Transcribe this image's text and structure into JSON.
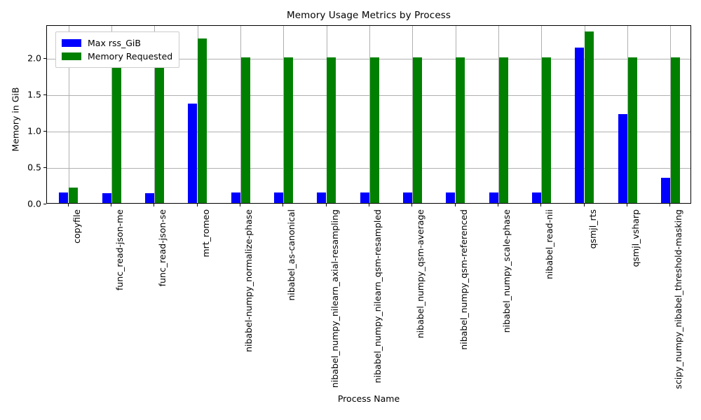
{
  "chart_data": {
    "type": "bar",
    "title": "Memory Usage Metrics by Process",
    "xlabel": "Process Name",
    "ylabel": "Memory in GiB",
    "ylim": [
      0.0,
      2.45
    ],
    "yticks": [
      "0.0",
      "0.5",
      "1.0",
      "1.5",
      "2.0"
    ],
    "ytick_values": [
      0.0,
      0.5,
      1.0,
      1.5,
      2.0
    ],
    "grid": true,
    "legend_position": "upper left",
    "categories": [
      "copyfile",
      "func_read-json-me",
      "func_read-json-se",
      "mrt_romeo",
      "nibabel-numpy_normalize-phase",
      "nibabel_as-canonical",
      "nibabel_numpy_nilearn_axial-resampling",
      "nibabel_numpy_nilearn_qsm-resampled",
      "nibabel_numpy_qsm-average",
      "nibabel_numpy_qsm-referenced",
      "nibabel_numpy_scale-phase",
      "nibabel_read-nii",
      "qsmjl_rts",
      "qsmjl_vsharp",
      "scipy_numpy_nibabel_threshold-masking"
    ],
    "series": [
      {
        "name": "Max rss_GiB",
        "color": "#0000ff",
        "values": [
          0.145,
          0.135,
          0.135,
          1.365,
          0.145,
          0.145,
          0.145,
          0.145,
          0.145,
          0.145,
          0.145,
          0.145,
          2.13,
          1.225,
          0.345
        ]
      },
      {
        "name": "Memory Requested",
        "color": "#008000",
        "values": [
          0.21,
          2.0,
          2.0,
          2.26,
          2.0,
          2.0,
          2.0,
          2.0,
          2.0,
          2.0,
          2.0,
          2.0,
          2.35,
          2.0,
          2.0
        ]
      }
    ]
  },
  "legend": {
    "items": [
      {
        "label": "Max rss_GiB",
        "color": "#0000ff"
      },
      {
        "label": "Memory Requested",
        "color": "#008000"
      }
    ]
  }
}
